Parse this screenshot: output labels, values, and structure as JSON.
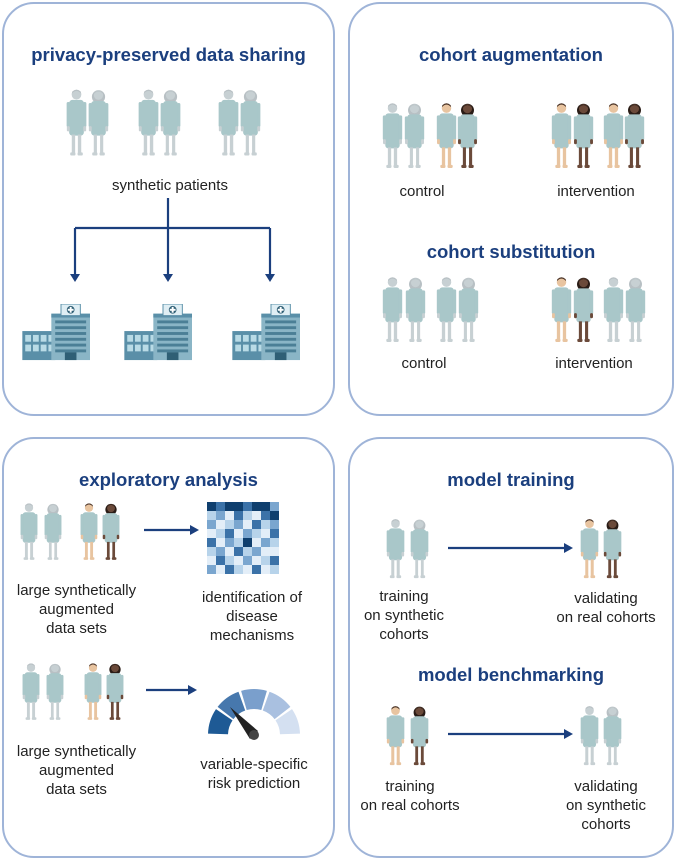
{
  "colors": {
    "panel_border": "#9fb4d8",
    "title": "#1b3f7e",
    "arrow": "#1b3f7e",
    "gown": "#a9c7c9",
    "skin_light": "#c7d0d3",
    "skin_tan": "#e8c4a0",
    "skin_dark": "#6b4a3a",
    "hair_gray": "#b8c0c4",
    "building": "#5a8fa8"
  },
  "panels": {
    "sharing": {
      "title": "privacy-preserved data sharing",
      "patients_label": "synthetic patients"
    },
    "cohort": {
      "augmentation_title": "cohort augmentation",
      "aug_control": "control",
      "aug_intervention": "intervention",
      "substitution_title": "cohort substitution",
      "sub_control": "control",
      "sub_intervention": "intervention"
    },
    "exploratory": {
      "title": "exploratory analysis",
      "row1_left": "large synthetically\naugmented\ndata sets",
      "row1_right": "identification of\ndisease mechanisms",
      "row2_left": "large synthetically\naugmented\ndata sets",
      "row2_right": "variable-specific\nrisk prediction"
    },
    "model": {
      "training_title": "model training",
      "training_left": "training\non synthetic\ncohorts",
      "training_right": "validating\non real cohorts",
      "bench_title": "model benchmarking",
      "bench_left": "training\non real cohorts",
      "bench_right": "validating\non synthetic\ncohorts"
    }
  },
  "icons": {
    "person": "patient-icon",
    "hospital": "hospital-icon",
    "arrow": "arrow-right-icon",
    "heatmap": "heatmap-icon",
    "gauge": "gauge-icon"
  }
}
